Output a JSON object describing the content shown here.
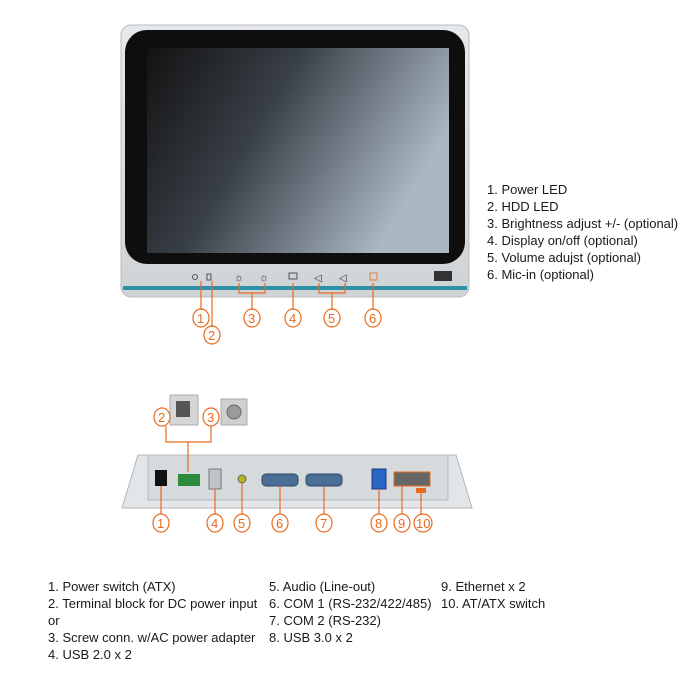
{
  "front_legend": [
    "1. Power LED",
    "2. HDD LED",
    "3. Brightness adjust +/- (optional)",
    "4. Display on/off (optional)",
    "5. Volume adujst (optional)",
    "6. Mic-in (optional)"
  ],
  "bottom_legend": {
    "col1": [
      "1. Power switch (ATX)",
      "2. Terminal block for DC power input",
      "or",
      "3. Screw conn. w/AC power adapter",
      "4. USB 2.0 x 2"
    ],
    "col2": [
      "5. Audio (Line-out)",
      "6. COM 1 (RS-232/422/485)",
      "7. COM 2 (RS-232)",
      "8. USB 3.0 x 2"
    ],
    "col3": [
      "9. Ethernet x 2",
      "10. AT/ATX switch"
    ]
  },
  "front_callouts": [
    "1",
    "2",
    "3",
    "4",
    "5",
    "6"
  ],
  "bottom_callouts": [
    "1",
    "2",
    "3",
    "4",
    "5",
    "6",
    "7",
    "8",
    "9",
    "10"
  ],
  "colors": {
    "accent": "#e86a1e",
    "bezel": "#d9dde0",
    "screen_dark": "#141414",
    "stripe": "#2f8fa6"
  }
}
